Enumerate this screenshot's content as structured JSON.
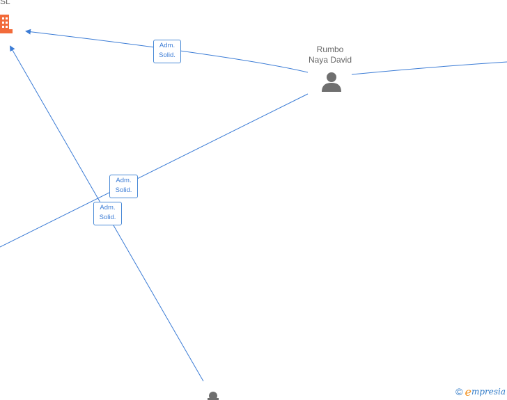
{
  "nodes": {
    "company_partial": {
      "label_fragment": "SL",
      "icon": "building-icon",
      "color": "#f26b3a"
    },
    "person": {
      "label_line1": "Rumbo",
      "label_line2": "Naya David",
      "icon": "person-icon",
      "color": "#6f6f6f"
    },
    "bottom_person": {
      "icon": "person-icon",
      "color": "#6f6f6f"
    }
  },
  "edges": [
    {
      "line1": "Adm.",
      "line2": "Solid."
    },
    {
      "line1": "Adm.",
      "line2": "Solid."
    },
    {
      "line1": "Adm.",
      "line2": "Solid."
    }
  ],
  "edge_color": "#3a7bd5",
  "watermark": {
    "copyright": "©",
    "brand_first": "e",
    "brand_rest": "mpresia",
    "colors": {
      "orange": "#f29221",
      "blue": "#2e79c7"
    }
  }
}
